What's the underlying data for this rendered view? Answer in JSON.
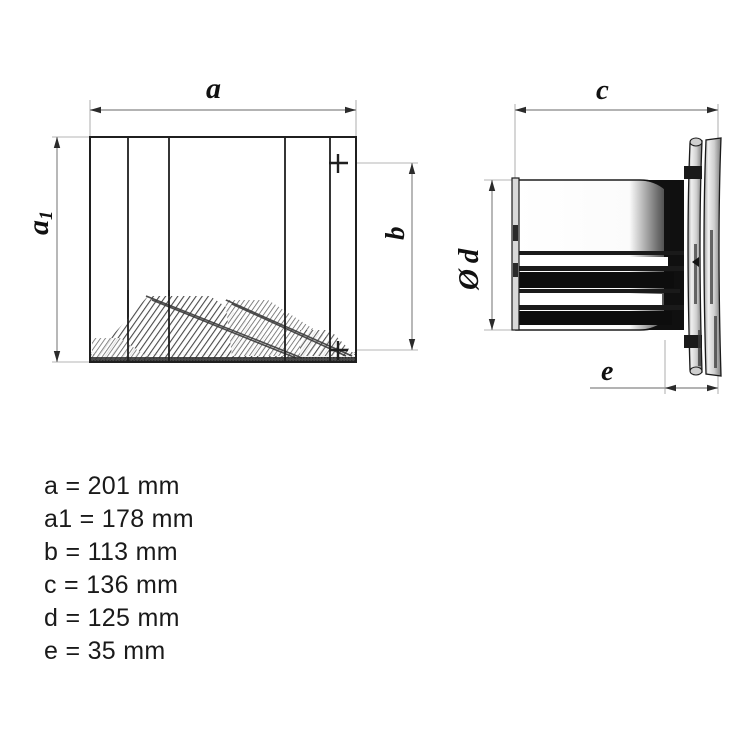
{
  "document": {
    "type": "technical-dimension-drawing",
    "background_color": "#ffffff",
    "line_color": "#1a1a1a",
    "dimension_line_color": "#9a9a9a"
  },
  "views": {
    "front": {
      "name": "front-view",
      "dimension_labels": [
        "a",
        "a1",
        "b"
      ]
    },
    "side": {
      "name": "side-view",
      "dimension_labels": [
        "c",
        "d",
        "e"
      ]
    }
  },
  "dim_labels": {
    "a": "a",
    "a1_base": "a",
    "a1_sub": "1",
    "b": "b",
    "c": "c",
    "d_prefix": "Ø",
    "d": "d",
    "e": "e"
  },
  "legend": {
    "rows": [
      "a = 201 mm",
      "a1 = 178 mm",
      "b = 113 mm",
      "c = 136 mm",
      "d = 125 mm",
      "e = 35 mm"
    ]
  },
  "measurements": [
    {
      "key": "a",
      "label": "a",
      "value": 201,
      "unit": "mm"
    },
    {
      "key": "a1",
      "label": "a1",
      "value": 178,
      "unit": "mm"
    },
    {
      "key": "b",
      "label": "b",
      "value": 113,
      "unit": "mm"
    },
    {
      "key": "c",
      "label": "c",
      "value": 136,
      "unit": "mm"
    },
    {
      "key": "d",
      "label": "d",
      "value": 125,
      "unit": "mm"
    },
    {
      "key": "e",
      "label": "e",
      "value": 35,
      "unit": "mm"
    }
  ]
}
